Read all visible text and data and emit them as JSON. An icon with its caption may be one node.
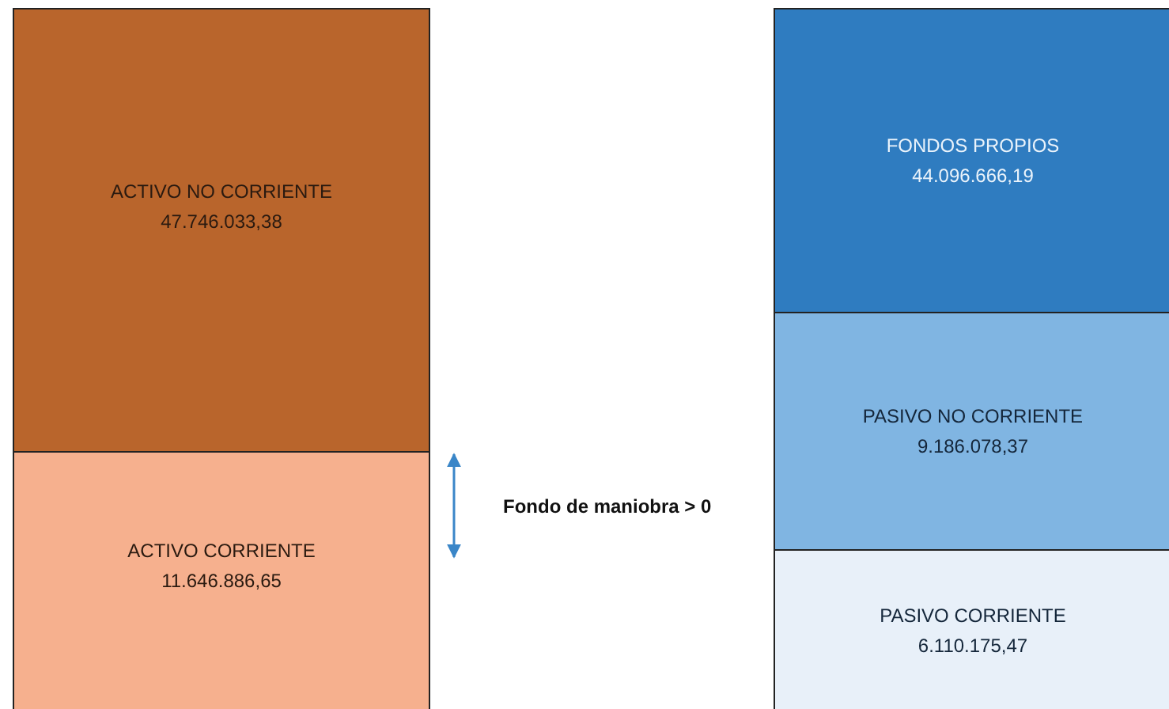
{
  "diagram": {
    "nodes": [
      {
        "text": [
          "ACTIVO NO CORRIENTE",
          "47.746.033,38"
        ]
      },
      {
        "text": [
          "ACTIVO CORRIENTE",
          "11.646.886,65"
        ]
      },
      {
        "text": [
          "FONDOS PROPIOS",
          "44.096.666,19"
        ]
      },
      {
        "text": [
          "PASIVO NO CORRIENTE",
          "9.186.078,37"
        ]
      },
      {
        "text": [
          "PASIVO CORRIENTE",
          "6.110.175,47"
        ]
      }
    ],
    "labels": [
      "Fondo de maniobra > 0"
    ]
  }
}
